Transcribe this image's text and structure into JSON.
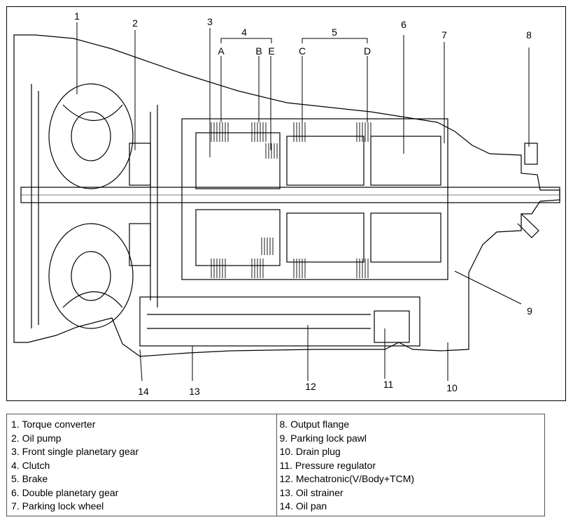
{
  "callouts": {
    "c1": "1",
    "c2": "2",
    "c3": "3",
    "c4": "4",
    "c5": "5",
    "c6": "6",
    "c7": "7",
    "c8": "8",
    "c9": "9",
    "c10": "10",
    "c11": "11",
    "c12": "12",
    "c13": "13",
    "c14": "14",
    "cA": "A",
    "cB": "B",
    "cE": "E",
    "cC": "C",
    "cD": "D"
  },
  "legend": {
    "left": [
      "1. Torque converter",
      "2. Oil pump",
      "3. Front single planetary gear",
      "4. Clutch",
      "5. Brake",
      "6. Double planetary gear",
      "7. Parking lock wheel"
    ],
    "right": [
      "8. Output flange",
      "9. Parking lock pawl",
      "10. Drain plug",
      "11. Pressure regulator",
      "12. Mechatronic(V/Body+TCM)",
      "13. Oil strainer",
      "14. Oil pan"
    ]
  }
}
